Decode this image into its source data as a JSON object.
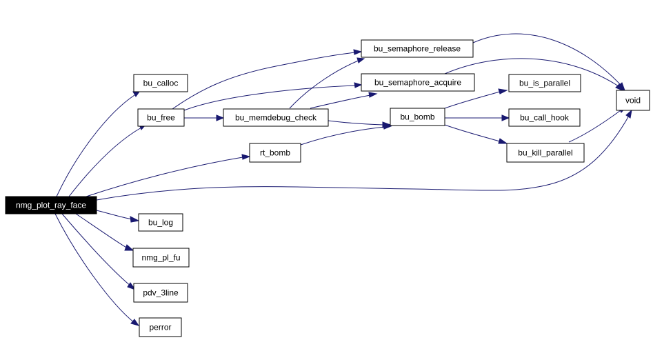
{
  "diagram": {
    "type": "call-graph",
    "edge_color": "#191970",
    "root_fill": "#000000",
    "root_text_color": "#ffffff",
    "nodes": {
      "nmg_plot_ray_face": "nmg_plot_ray_face",
      "bu_calloc": "bu_calloc",
      "bu_free": "bu_free",
      "bu_memdebug_check": "bu_memdebug_check",
      "bu_semaphore_release": "bu_semaphore_release",
      "bu_semaphore_acquire": "bu_semaphore_acquire",
      "bu_bomb": "bu_bomb",
      "bu_is_parallel": "bu_is_parallel",
      "bu_call_hook": "bu_call_hook",
      "bu_kill_parallel": "bu_kill_parallel",
      "rt_bomb": "rt_bomb",
      "void": "void",
      "bu_log": "bu_log",
      "nmg_pl_fu": "nmg_pl_fu",
      "pdv_3line": "pdv_3line",
      "perror": "perror"
    },
    "edges": [
      {
        "from": "nmg_plot_ray_face",
        "to": "bu_calloc"
      },
      {
        "from": "nmg_plot_ray_face",
        "to": "bu_free"
      },
      {
        "from": "nmg_plot_ray_face",
        "to": "rt_bomb"
      },
      {
        "from": "nmg_plot_ray_face",
        "to": "void"
      },
      {
        "from": "nmg_plot_ray_face",
        "to": "bu_log"
      },
      {
        "from": "nmg_plot_ray_face",
        "to": "nmg_pl_fu"
      },
      {
        "from": "nmg_plot_ray_face",
        "to": "pdv_3line"
      },
      {
        "from": "nmg_plot_ray_face",
        "to": "perror"
      },
      {
        "from": "bu_free",
        "to": "bu_memdebug_check"
      },
      {
        "from": "bu_free",
        "to": "bu_semaphore_release"
      },
      {
        "from": "bu_free",
        "to": "bu_semaphore_acquire"
      },
      {
        "from": "bu_memdebug_check",
        "to": "bu_semaphore_release"
      },
      {
        "from": "bu_memdebug_check",
        "to": "bu_semaphore_acquire"
      },
      {
        "from": "bu_memdebug_check",
        "to": "bu_bomb"
      },
      {
        "from": "rt_bomb",
        "to": "bu_bomb"
      },
      {
        "from": "bu_bomb",
        "to": "bu_is_parallel"
      },
      {
        "from": "bu_bomb",
        "to": "bu_call_hook"
      },
      {
        "from": "bu_bomb",
        "to": "bu_kill_parallel"
      },
      {
        "from": "bu_semaphore_release",
        "to": "void"
      },
      {
        "from": "bu_semaphore_acquire",
        "to": "void"
      },
      {
        "from": "bu_kill_parallel",
        "to": "void"
      }
    ]
  }
}
